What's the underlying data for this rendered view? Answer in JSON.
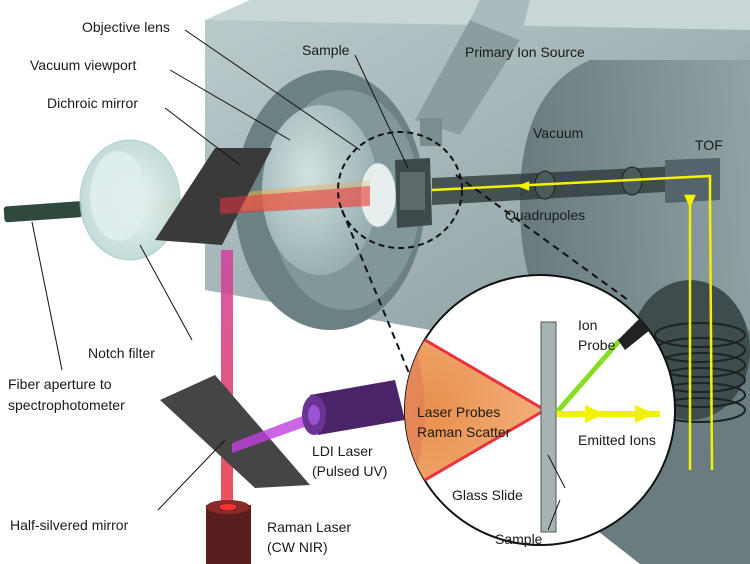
{
  "labels": {
    "objective_lens": "Objective lens",
    "sample_top": "Sample",
    "vacuum_viewport": "Vacuum viewport",
    "primary_ion_source": "Primary Ion Source",
    "dichroic_mirror": "Dichroic mirror",
    "vacuum": "Vacuum",
    "tof": "TOF",
    "quadrupoles": "Quadrupoles",
    "notch_filter": "Notch filter",
    "fiber_aperture_line1": "Fiber aperture to",
    "fiber_aperture_line2": "spectrophotometer",
    "ldi_laser_line1": "LDI Laser",
    "ldi_laser_line2": "(Pulsed UV)",
    "half_silvered_mirror": "Half-silvered mirror",
    "raman_laser_line1": "Raman Laser",
    "raman_laser_line2": "(CW NIR)"
  },
  "inset": {
    "ion_probe_line1": "Ion",
    "ion_probe_line2": "Probe",
    "laser_probes_line1": "Laser Probes",
    "laser_probes_line2": "Raman Scatter",
    "emitted_ions": "Emitted Ions",
    "glass_slide": "Glass Slide",
    "sample": "Sample"
  },
  "colors": {
    "chamber": "#8fa3a6",
    "raman_beam": "#e8333f",
    "ldi_beam": "#c040e0",
    "ion_beam": "#f2f200",
    "scatter_cone": "#f0a060",
    "ion_probe_beam": "#88dd22"
  }
}
